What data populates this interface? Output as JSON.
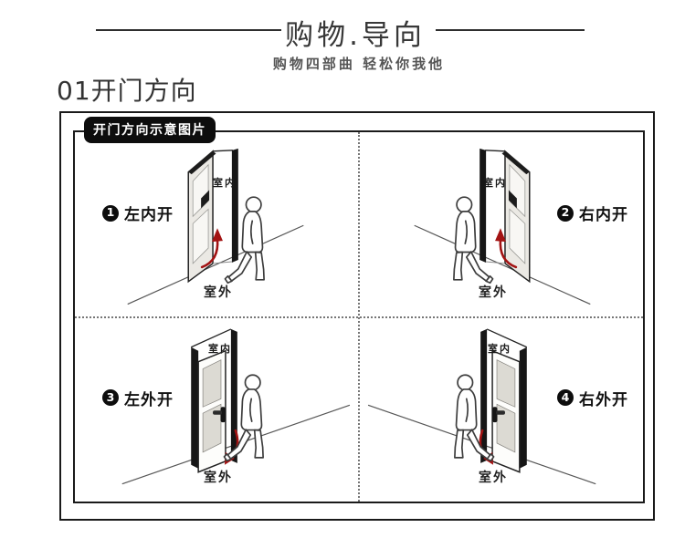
{
  "header": {
    "title": "购物.导向",
    "subtitle": "购物四部曲 轻松你我他"
  },
  "section": {
    "title": "01开门方向"
  },
  "diagram": {
    "badge": "开门方向示意图片",
    "indoor_label": "室内",
    "outdoor_label": "室外",
    "quadrants": [
      {
        "num": "1",
        "label": "左内开",
        "label_side": "left",
        "swing": "inward"
      },
      {
        "num": "2",
        "label": "右内开",
        "label_side": "right",
        "swing": "inward"
      },
      {
        "num": "3",
        "label": "左外开",
        "label_side": "left",
        "swing": "outward"
      },
      {
        "num": "4",
        "label": "右外开",
        "label_side": "right",
        "swing": "outward"
      }
    ],
    "colors": {
      "arrow": "#a31313",
      "badge_bg": "#0d0d0d",
      "box_border": "#1a1a1a",
      "divider": "#767676",
      "door_pane": "#dcdad3"
    }
  }
}
